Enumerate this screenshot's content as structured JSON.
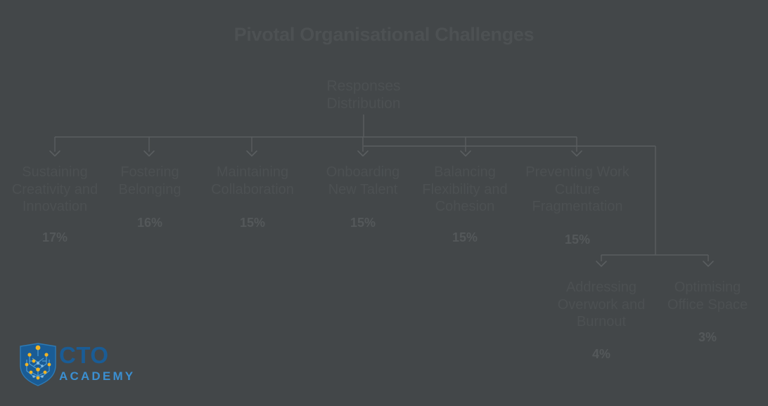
{
  "chart_data": {
    "type": "diagram",
    "diagram_kind": "tree-flowchart",
    "title": "Pivotal Organisational Challenges",
    "root": {
      "label": "Responses\nDistribution",
      "line1": "Responses",
      "line2": "Distribution"
    },
    "categories": [
      "Sustaining Creativity and Innovation",
      "Fostering Belonging",
      "Maintaining Collaboration",
      "Onboarding New Talent",
      "Balancing Flexibility and Cohesion",
      "Preventing Work Culture Fragmentation",
      "Addressing Overwork and Burnout",
      "Optimising Office Space"
    ],
    "values": [
      17,
      16,
      15,
      15,
      15,
      15,
      4,
      3
    ],
    "value_unit": "%",
    "xlabel": "",
    "ylabel": "",
    "legend": []
  },
  "header": {
    "title": "Pivotal Organisational Challenges"
  },
  "tree": {
    "root": {
      "line1": "Responses",
      "line2": "Distribution"
    },
    "nodes": [
      {
        "label": "Sustaining Creativity and Innovation",
        "value": "17%"
      },
      {
        "label": "Fostering Belonging",
        "value": "16%"
      },
      {
        "label": "Maintaining Collaboration",
        "value": "15%"
      },
      {
        "label": "Onboarding New Talent",
        "value": "15%"
      },
      {
        "label": "Balancing Flexibility and Cohesion",
        "value": "15%"
      },
      {
        "label": "Preventing Work Culture Fragmentation",
        "value": "15%"
      },
      {
        "label": "Addressing Overwork and Burnout",
        "value": "4%"
      },
      {
        "label": "Optimising Office Space",
        "value": "3%"
      }
    ]
  },
  "logo": {
    "primary": "CTO",
    "secondary": "ACADEMY"
  },
  "colors": {
    "background": "#434749",
    "title": "#4d5153",
    "node_text": "#4c5052",
    "value_text": "#54585a",
    "connector": "#5a5e60",
    "logo_shield": "#1a5c95",
    "logo_circuit": "#3b8fd1",
    "logo_node": "#f0b323",
    "logo_primary": "#1a5c95",
    "logo_secondary": "#3b8fd1"
  }
}
